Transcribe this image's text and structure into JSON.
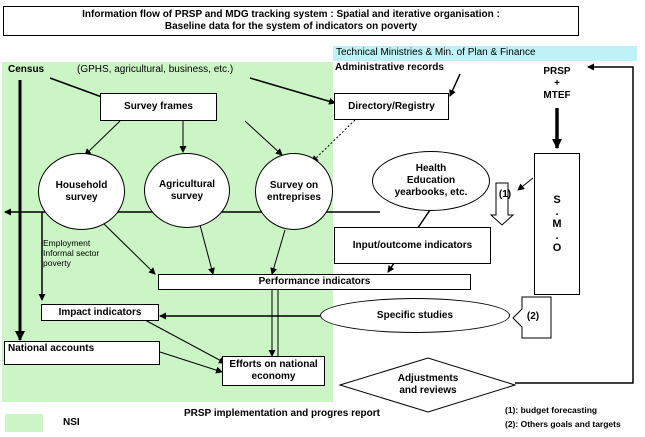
{
  "title": {
    "line1": "Information flow  of PRSP and MDG tracking system : Spatial and iterative organisation :",
    "line2": "Baseline data for the system of  indicators on poverty"
  },
  "nodes": {
    "technical_ministries": "Technical Ministries & Min. of Plan & Finance",
    "census": "Census",
    "census_sources": "(GPHS, agricultural, business, etc.)",
    "administrative_records": "Administrative records",
    "prsp": "PRSP",
    "plus": "+",
    "mtef": "MTEF",
    "survey_frames": "Survey frames",
    "directory_registry": "Directory/Registry",
    "household_survey_1": "Household",
    "household_survey_2": "survey",
    "agricultural_survey_1": "Agricultural",
    "agricultural_survey_2": "survey",
    "enterprise_survey_1": "Survey  on",
    "enterprise_survey_2": "entreprises",
    "health_1": "Health",
    "health_2": "Education",
    "health_3": "yearbooks, etc.",
    "marker_1": "(1)",
    "marker_2": "(2)",
    "smo_s": "S",
    "smo_dot1": ".",
    "smo_m": "M",
    "smo_dot2": ".",
    "smo_o": "O",
    "employment_1": "Employment",
    "employment_2": "Informal sector",
    "employment_3": "poverty",
    "input_outcome": "Input/outcome indicators",
    "performance_indicators": "Performance indicators",
    "impact_indicators": "Impact  indicators",
    "specific_studies": "Specific studies",
    "national_accounts": "National accounts",
    "efforts_1": "Efforts  on national",
    "efforts_2": "economy",
    "adjustments_1": "Adjustments",
    "adjustments_2": "and reviews",
    "report": "PRSP implementation and  progres report"
  },
  "legend": {
    "nsi": "NSI",
    "note1": "(1): budget forecasting",
    "note2": "(2): Others goals and targets"
  },
  "colors": {
    "nsi_green": "#ccf5c6",
    "ministries_cyan": "#bff2f6",
    "line": "#000000"
  }
}
